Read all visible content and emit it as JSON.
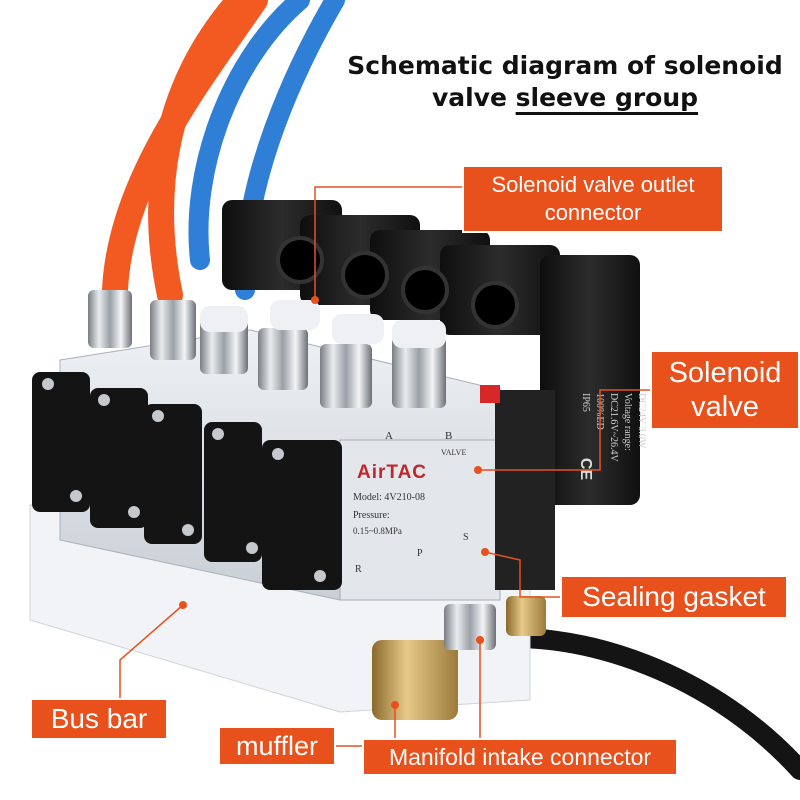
{
  "title": {
    "line1": "Schematic diagram of solenoid",
    "line2_plain": "valve ",
    "line2_underlined": "sleeve group"
  },
  "labels": {
    "outlet_connector_line1": "Solenoid valve outlet",
    "outlet_connector_line2": "connector",
    "solenoid_valve_line1": "Solenoid",
    "solenoid_valve_line2": "valve",
    "sealing_gasket": "Sealing gasket",
    "bus_bar": "Bus bar",
    "muffler": "muffler",
    "manifold_intake": "Manifold intake connector"
  },
  "product_markings": {
    "brand": "AirTAC",
    "model": "Model: 4V210-08",
    "pressure_label": "Pressure:",
    "pressure_value": "0.15~0.8MPa",
    "port_a": "A",
    "port_b": "B",
    "port_r": "R",
    "port_p": "P",
    "port_s": "S",
    "valve_word": "VALVE",
    "coil_spec_1": "DC24V 3.0W",
    "coil_spec_2": "Voltage range:",
    "coil_spec_3": "DC21.6V~26.4V",
    "coil_spec_4": "100%ED",
    "coil_spec_5": "IP65",
    "ce_mark": "CE"
  },
  "colors": {
    "callout_bg": "#e8501c",
    "leader_line": "#e8501c",
    "tube_orange": "#f25a22",
    "tube_blue": "#2f7fd6",
    "valve_body": "#dadfe6",
    "coil_black": "#1b1b1b",
    "base_white": "#f1f3f6",
    "brass": "#c9a25a"
  }
}
